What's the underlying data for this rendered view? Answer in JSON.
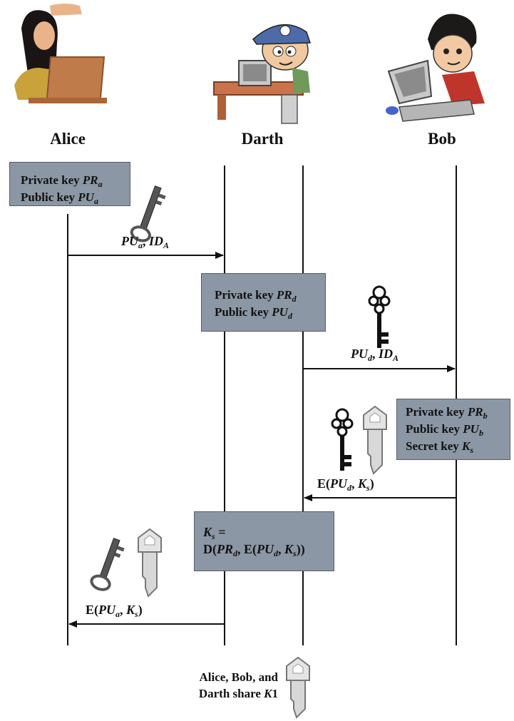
{
  "actors": {
    "alice": "Alice",
    "darth": "Darth",
    "bob": "Bob"
  },
  "alice_box": {
    "line1_prefix": "Private key ",
    "line1_key": "PR",
    "line1_sub": "a",
    "line2_prefix": "Public key ",
    "line2_key": "PU",
    "line2_sub": "a"
  },
  "darth_box1": {
    "line1_prefix": "Private key ",
    "line1_key": "PR",
    "line1_sub": "d",
    "line2_prefix": "Public key ",
    "line2_key": "PU",
    "line2_sub": "d"
  },
  "bob_box": {
    "line1_prefix": "Private key ",
    "line1_key": "PR",
    "line1_sub": "b",
    "line2_prefix": "Public key ",
    "line2_key": "PU",
    "line2_sub": "b",
    "line3_prefix": "Secret key ",
    "line3_key": "K",
    "line3_sub": "s"
  },
  "darth_box2": {
    "line1_key": "K",
    "line1_sub": "s",
    "line1_suffix": " =",
    "line2_a": "D(",
    "line2_k1": "PR",
    "line2_s1": "d",
    "line2_b": ", E(",
    "line2_k2": "PU",
    "line2_s2": "d",
    "line2_c": ", ",
    "line2_k3": "K",
    "line2_s3": "s",
    "line2_d": "))"
  },
  "messages": {
    "m1": {
      "k1": "PU",
      "s1": "a",
      "sep": ", ",
      "k2": "ID",
      "s2": "A"
    },
    "m2": {
      "k1": "PU",
      "s1": "d",
      "sep": ", ",
      "k2": "ID",
      "s2": "A"
    },
    "m3": {
      "pre": "E(",
      "k1": "PU",
      "s1": "d",
      "sep": ", ",
      "k2": "K",
      "s2": "s",
      "post": ")"
    },
    "m4": {
      "pre": "E(",
      "k1": "PU",
      "s1": "a",
      "sep": ", ",
      "k2": "K",
      "s2": "s",
      "post": ")"
    }
  },
  "share": {
    "line1": "Alice, Bob, and",
    "line2_prefix": "Darth share ",
    "line2_key": "K",
    "line2_suffix": "1"
  },
  "icons": [
    "alice-laptop-icon",
    "darth-computer-icon",
    "bob-computer-icon",
    "skeleton-key-icon",
    "ornate-key-icon",
    "house-key-icon"
  ],
  "colors": {
    "box_fill": "#8c97a5",
    "line": "#111111"
  }
}
